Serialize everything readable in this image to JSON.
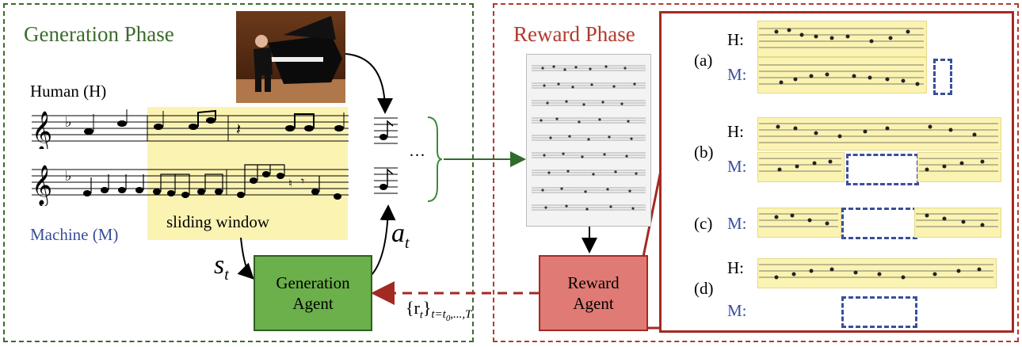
{
  "generation_phase": {
    "title": "Generation Phase",
    "human_label": "Human (H)",
    "machine_label": "Machine (M)",
    "window_label": "sliding window",
    "state_symbol": "s",
    "state_sub": "t",
    "action_symbol": "a",
    "action_sub": "t",
    "ellipsis": "···",
    "agent": {
      "line1": "Generation",
      "line2": "Agent"
    }
  },
  "reward_phase": {
    "title": "Reward Phase",
    "agent": {
      "line1": "Reward",
      "line2": "Agent"
    },
    "reward_label": "{r",
    "reward_sub": "t",
    "reward_close": "}",
    "reward_range": "t=t",
    "reward_range_sub": "0",
    "reward_range_end": ",...,T"
  },
  "cases": [
    {
      "id": "(a)",
      "h": "H:",
      "m": "M:"
    },
    {
      "id": "(b)",
      "h": "H:",
      "m": "M:"
    },
    {
      "id": "(c)",
      "m": "M:"
    },
    {
      "id": "(d)",
      "h": "H:",
      "m": "M:"
    }
  ],
  "colors": {
    "generation_border": "#3c6b2c",
    "reward_border": "#b23a2e",
    "highlight": "#fbf3b2",
    "gen_agent": "#6bb04a",
    "reward_agent": "#e07a74",
    "blue": "#3a4f9a"
  }
}
